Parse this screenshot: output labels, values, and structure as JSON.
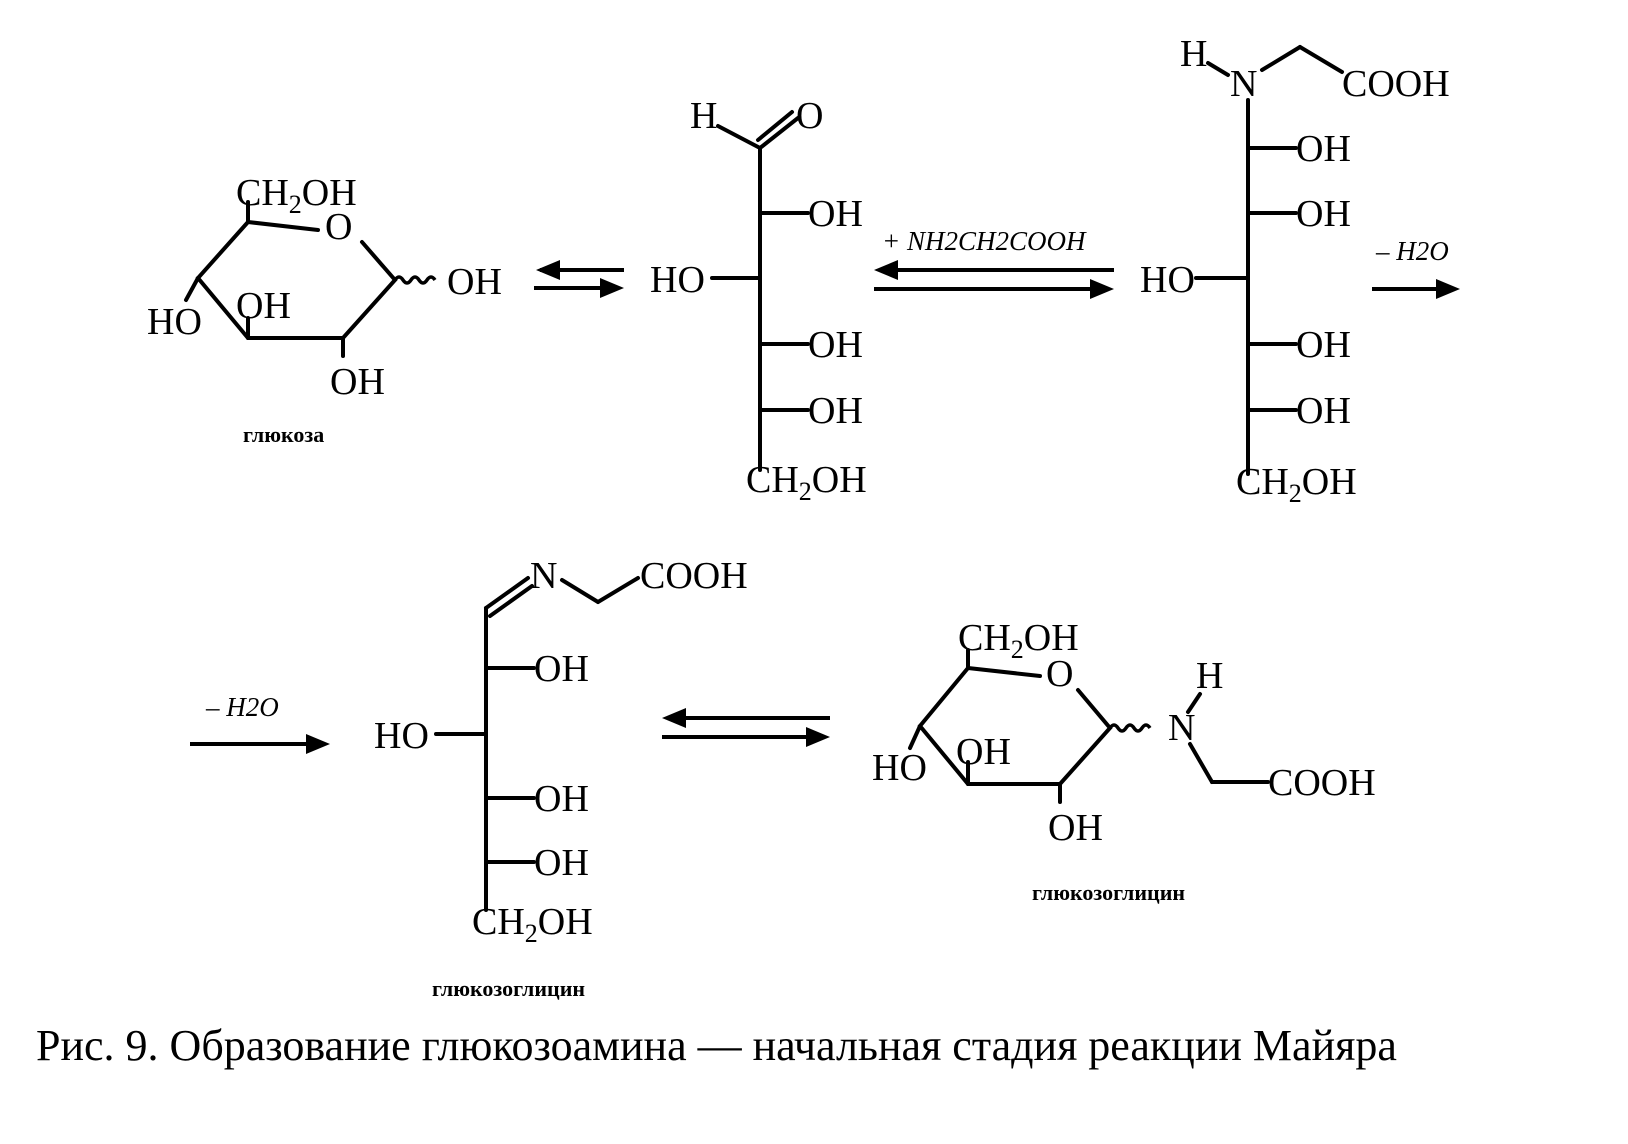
{
  "labels": {
    "glucose": "глюкоза",
    "glucosoglycine_open": "глюкозоглицин",
    "glucosoglycine_ring": "глюкозоглицин"
  },
  "reagents": {
    "glycine": "+ NH2CH2COOH",
    "water_loss_1": "– H2O",
    "water_loss_2": "– H2O"
  },
  "caption": "Рис. 9. Образование глюкозоамина — начальная стадия реакции Майяра"
}
